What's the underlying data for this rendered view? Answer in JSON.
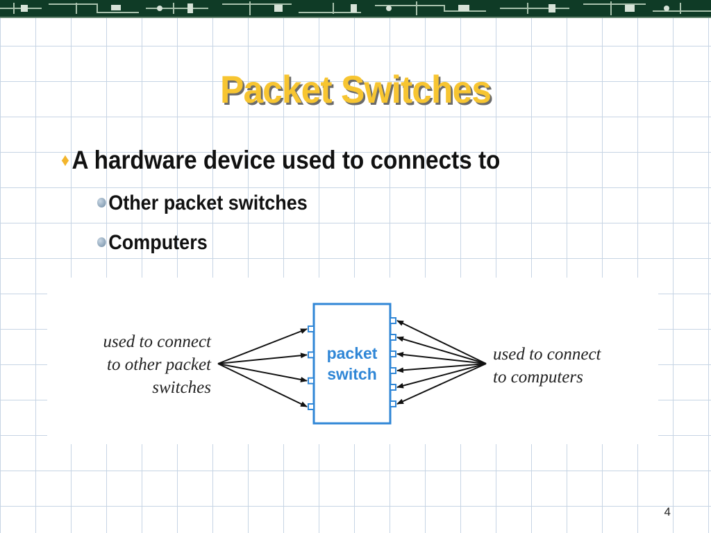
{
  "slide": {
    "title": "Packet Switches",
    "page_number": "4"
  },
  "bullets": {
    "main": "A hardware device used to connects to",
    "sub": [
      "Other packet switches",
      "Computers"
    ]
  },
  "diagram": {
    "left_label": [
      "used to connect",
      "to other packet",
      "switches"
    ],
    "right_label": [
      "used to connect",
      "to computers"
    ],
    "switch_label": [
      "packet",
      "switch"
    ],
    "left_ports": 4,
    "right_ports": 6,
    "colors": {
      "switch": "#2f86d6",
      "arrow": "#111111",
      "title": "#f7c531",
      "diamond": "#f3b52c"
    }
  }
}
